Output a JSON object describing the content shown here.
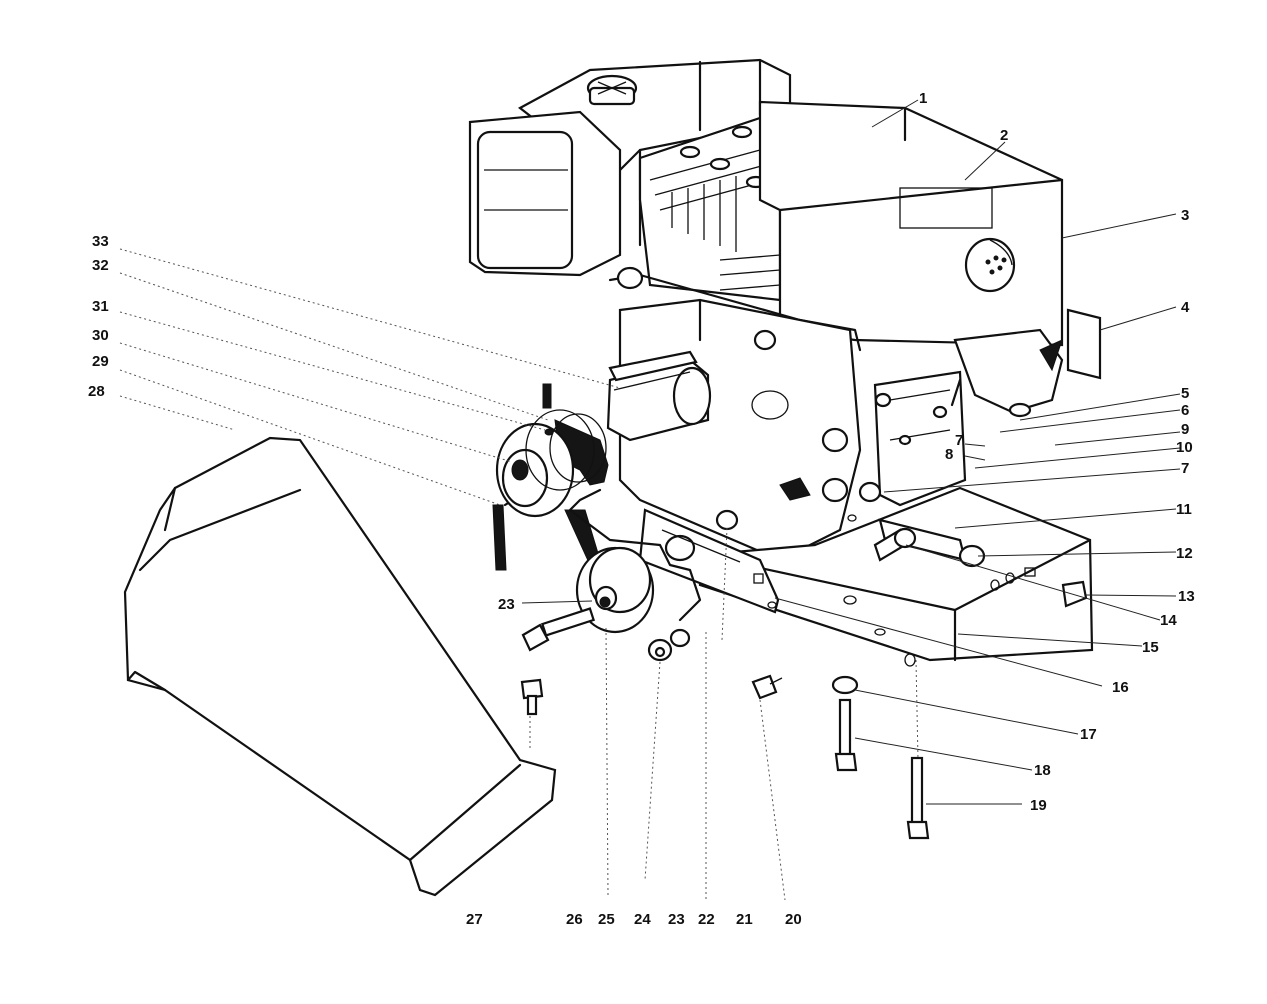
{
  "callouts": [
    "1",
    "2",
    "3",
    "4",
    "5",
    "6",
    "7",
    "8",
    "9",
    "10",
    "7",
    "11",
    "12",
    "13",
    "14",
    "15",
    "16",
    "17",
    "18",
    "19",
    "33",
    "32",
    "31",
    "30",
    "29",
    "28",
    "23",
    "27",
    "26",
    "25",
    "24",
    "23",
    "22",
    "21",
    "20"
  ]
}
